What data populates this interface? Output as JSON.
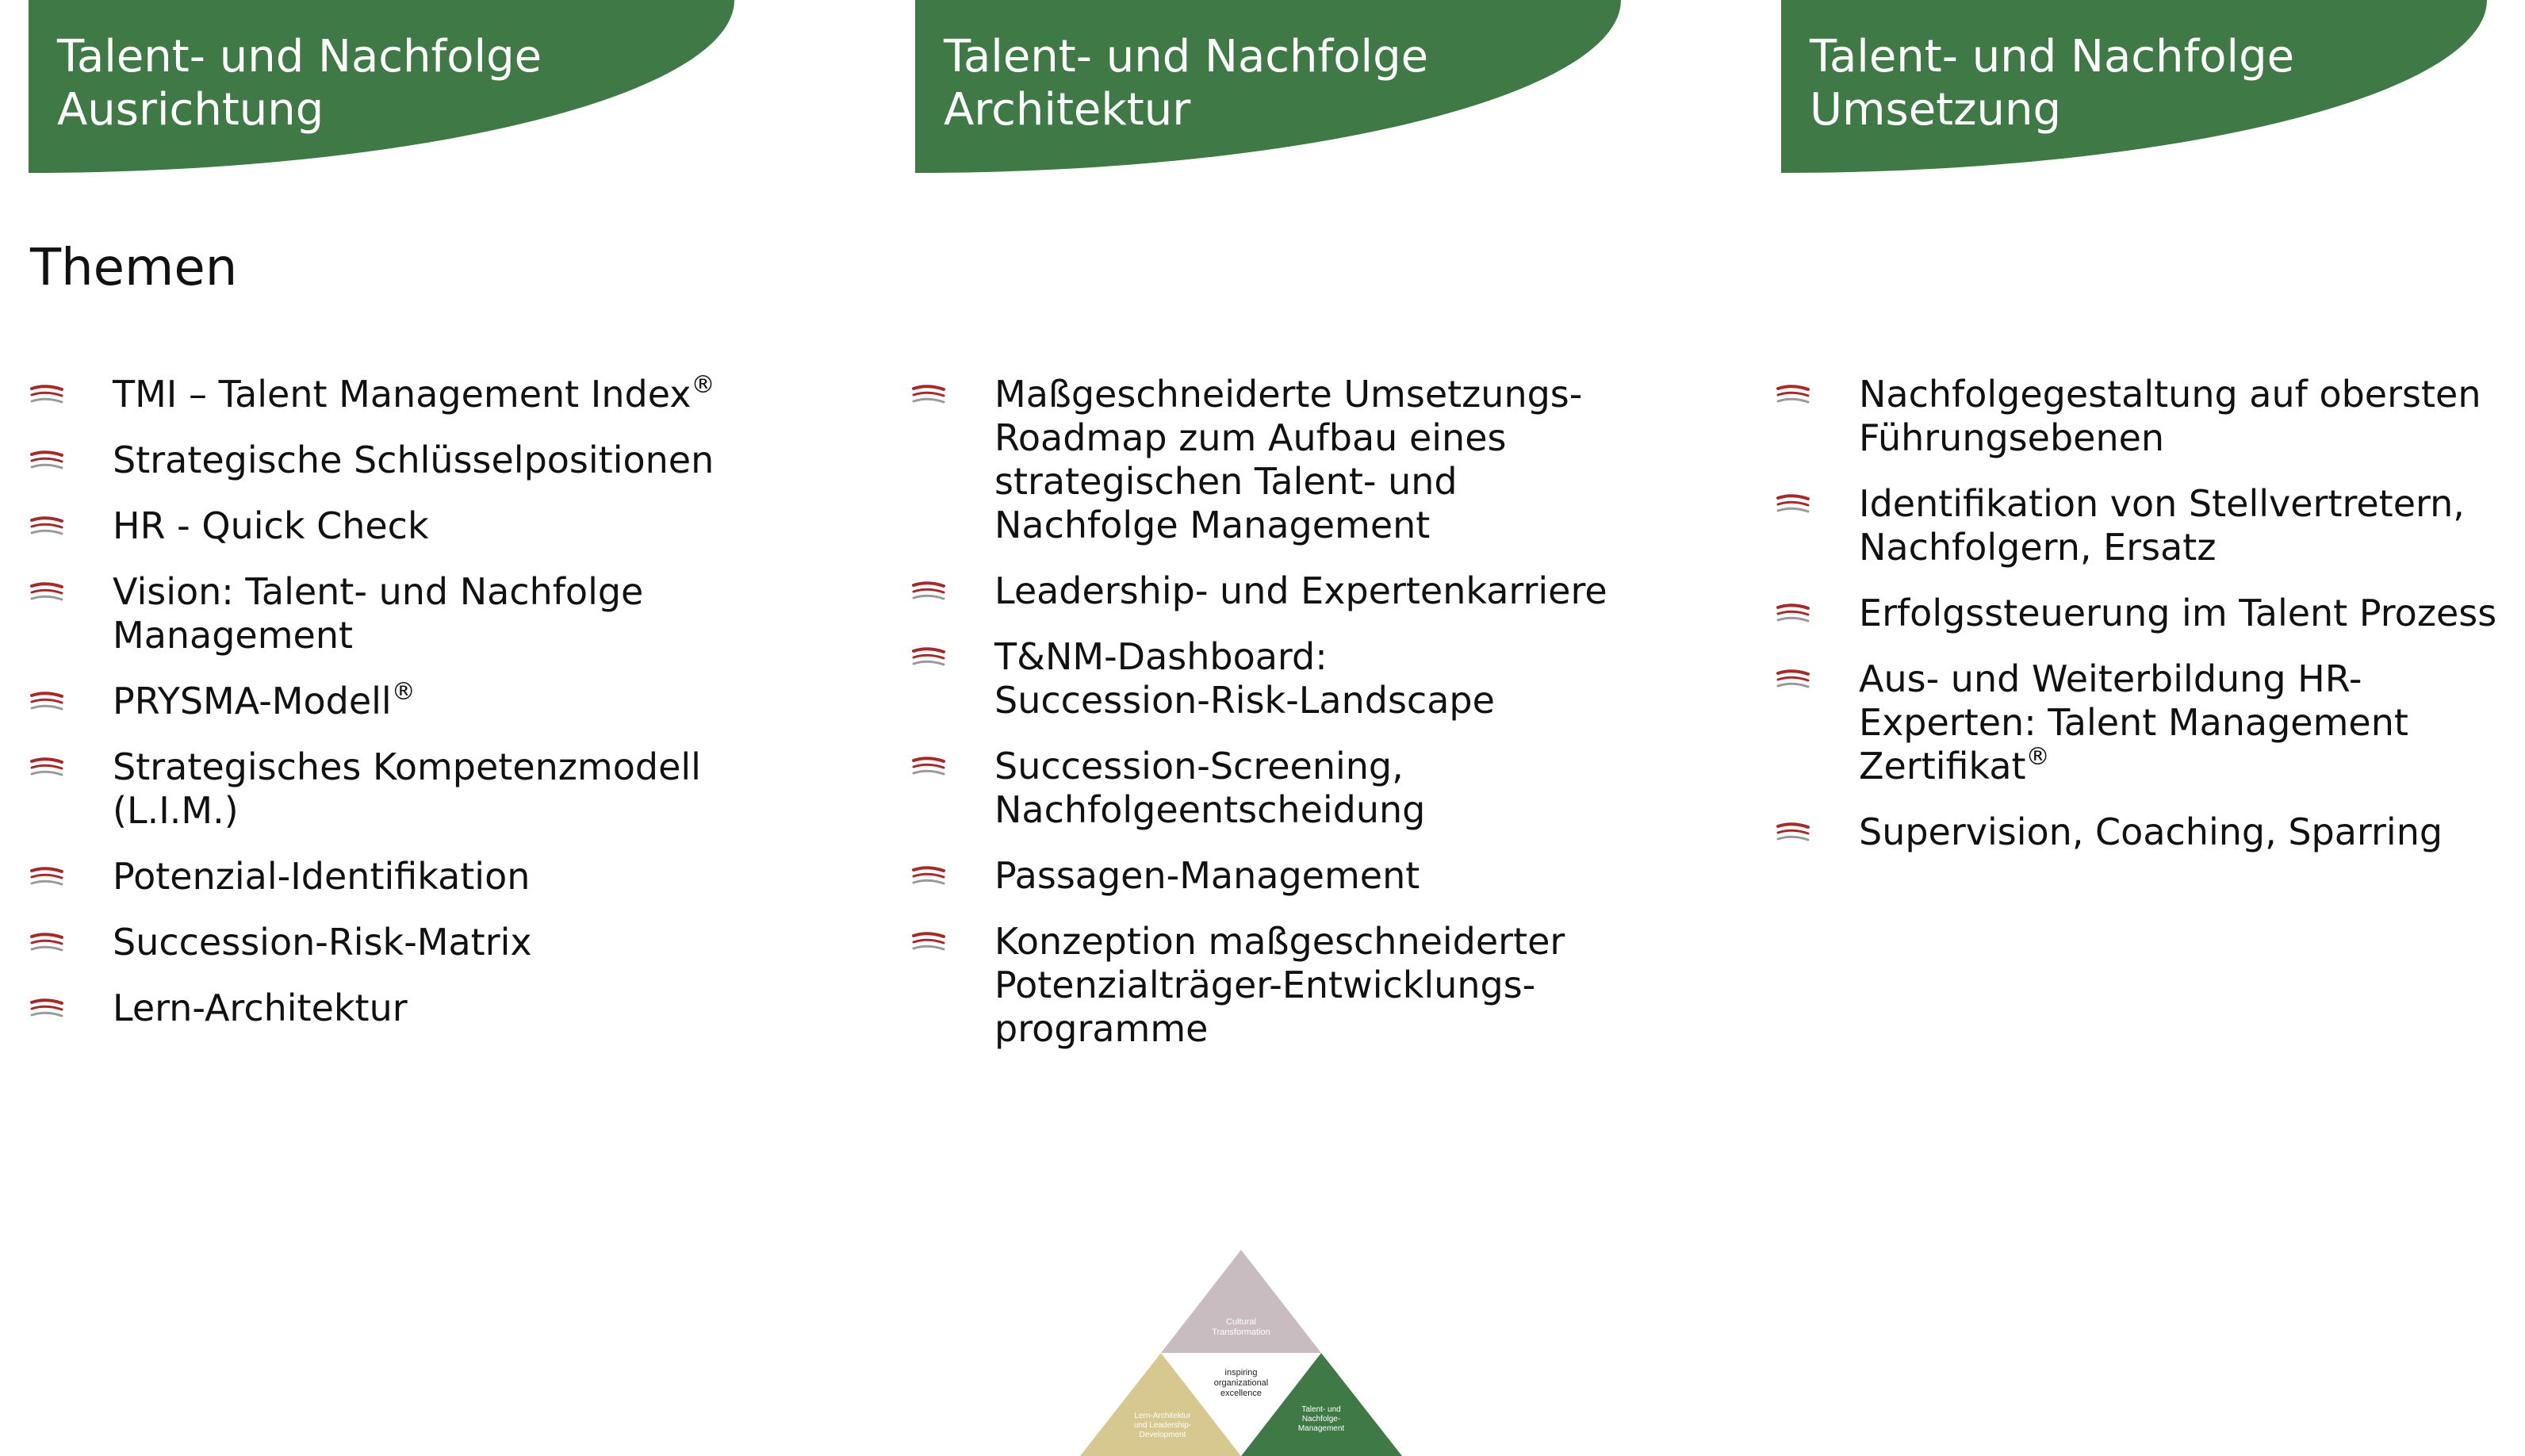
{
  "colors": {
    "banner_green": "#3f7a46",
    "bullet_red": "#a52a2a",
    "bullet_gray": "#9a9a9a",
    "logo_pink": "#c9bcc0",
    "logo_beige": "#d6c88e",
    "logo_green": "#3f7a46"
  },
  "columns": [
    {
      "banner": [
        "Talent- und Nachfolge",
        "Ausrichtung"
      ],
      "items": [
        {
          "text": "TMI – Talent Management Index",
          "sup": "®"
        },
        {
          "text": "Strategische Schlüsselpositionen",
          "sup": ""
        },
        {
          "text": "HR - Quick Check",
          "sup": ""
        },
        {
          "text": "Vision: Talent- und Nachfolge\nManagement",
          "sup": ""
        },
        {
          "text": "PRYSMA-Modell",
          "sup": "®"
        },
        {
          "text": "Strategisches Kompetenzmodell\n(L.I.M.)",
          "sup": ""
        },
        {
          "text": "Potenzial-Identifikation",
          "sup": ""
        },
        {
          "text": "Succession-Risk-Matrix",
          "sup": ""
        },
        {
          "text": "Lern-Architektur",
          "sup": ""
        }
      ]
    },
    {
      "banner": [
        "Talent- und Nachfolge",
        "Architektur"
      ],
      "items": [
        {
          "text": "Maßgeschneiderte Umsetzungs-\nRoadmap zum Aufbau eines\nstrategischen Talent- und\nNachfolge Management",
          "sup": ""
        },
        {
          "text": "Leadership- und Expertenkarriere",
          "sup": ""
        },
        {
          "text": "T&NM-Dashboard:\nSuccession-Risk-Landscape",
          "sup": ""
        },
        {
          "text": "Succession-Screening,\nNachfolgeentscheidung",
          "sup": ""
        },
        {
          "text": "Passagen-Management",
          "sup": ""
        },
        {
          "text": "Konzeption maßgeschneiderter\nPotenzialträger-Entwicklungs-\nprogramme",
          "sup": ""
        }
      ]
    },
    {
      "banner": [
        "Talent- und Nachfolge",
        "Umsetzung"
      ],
      "items": [
        {
          "text": "Nachfolgegestaltung auf obersten\nFührungsebenen",
          "sup": ""
        },
        {
          "text": "Identifikation von Stellvertretern,\nNachfolgern, Ersatz",
          "sup": ""
        },
        {
          "text": "Erfolgssteuerung im Talent Prozess",
          "sup": ""
        },
        {
          "text": "Aus- und Weiterbildung HR-\nExperten: Talent Management\nZertifikat",
          "sup": "®"
        },
        {
          "text": "Supervision, Coaching, Sparring",
          "sup": ""
        }
      ]
    }
  ],
  "themen_heading": "Themen",
  "logo": {
    "top_line1": "Cultural",
    "top_line2": "Transformation",
    "center_line1": "inspiring",
    "center_line2": "organizational",
    "center_line3": "excellence",
    "left_line1": "Lern-Architektur",
    "left_line2": "und Leadership-",
    "left_line3": "Development",
    "right_line1": "Talent- und",
    "right_line2": "Nachfolge-",
    "right_line3": "Management"
  }
}
